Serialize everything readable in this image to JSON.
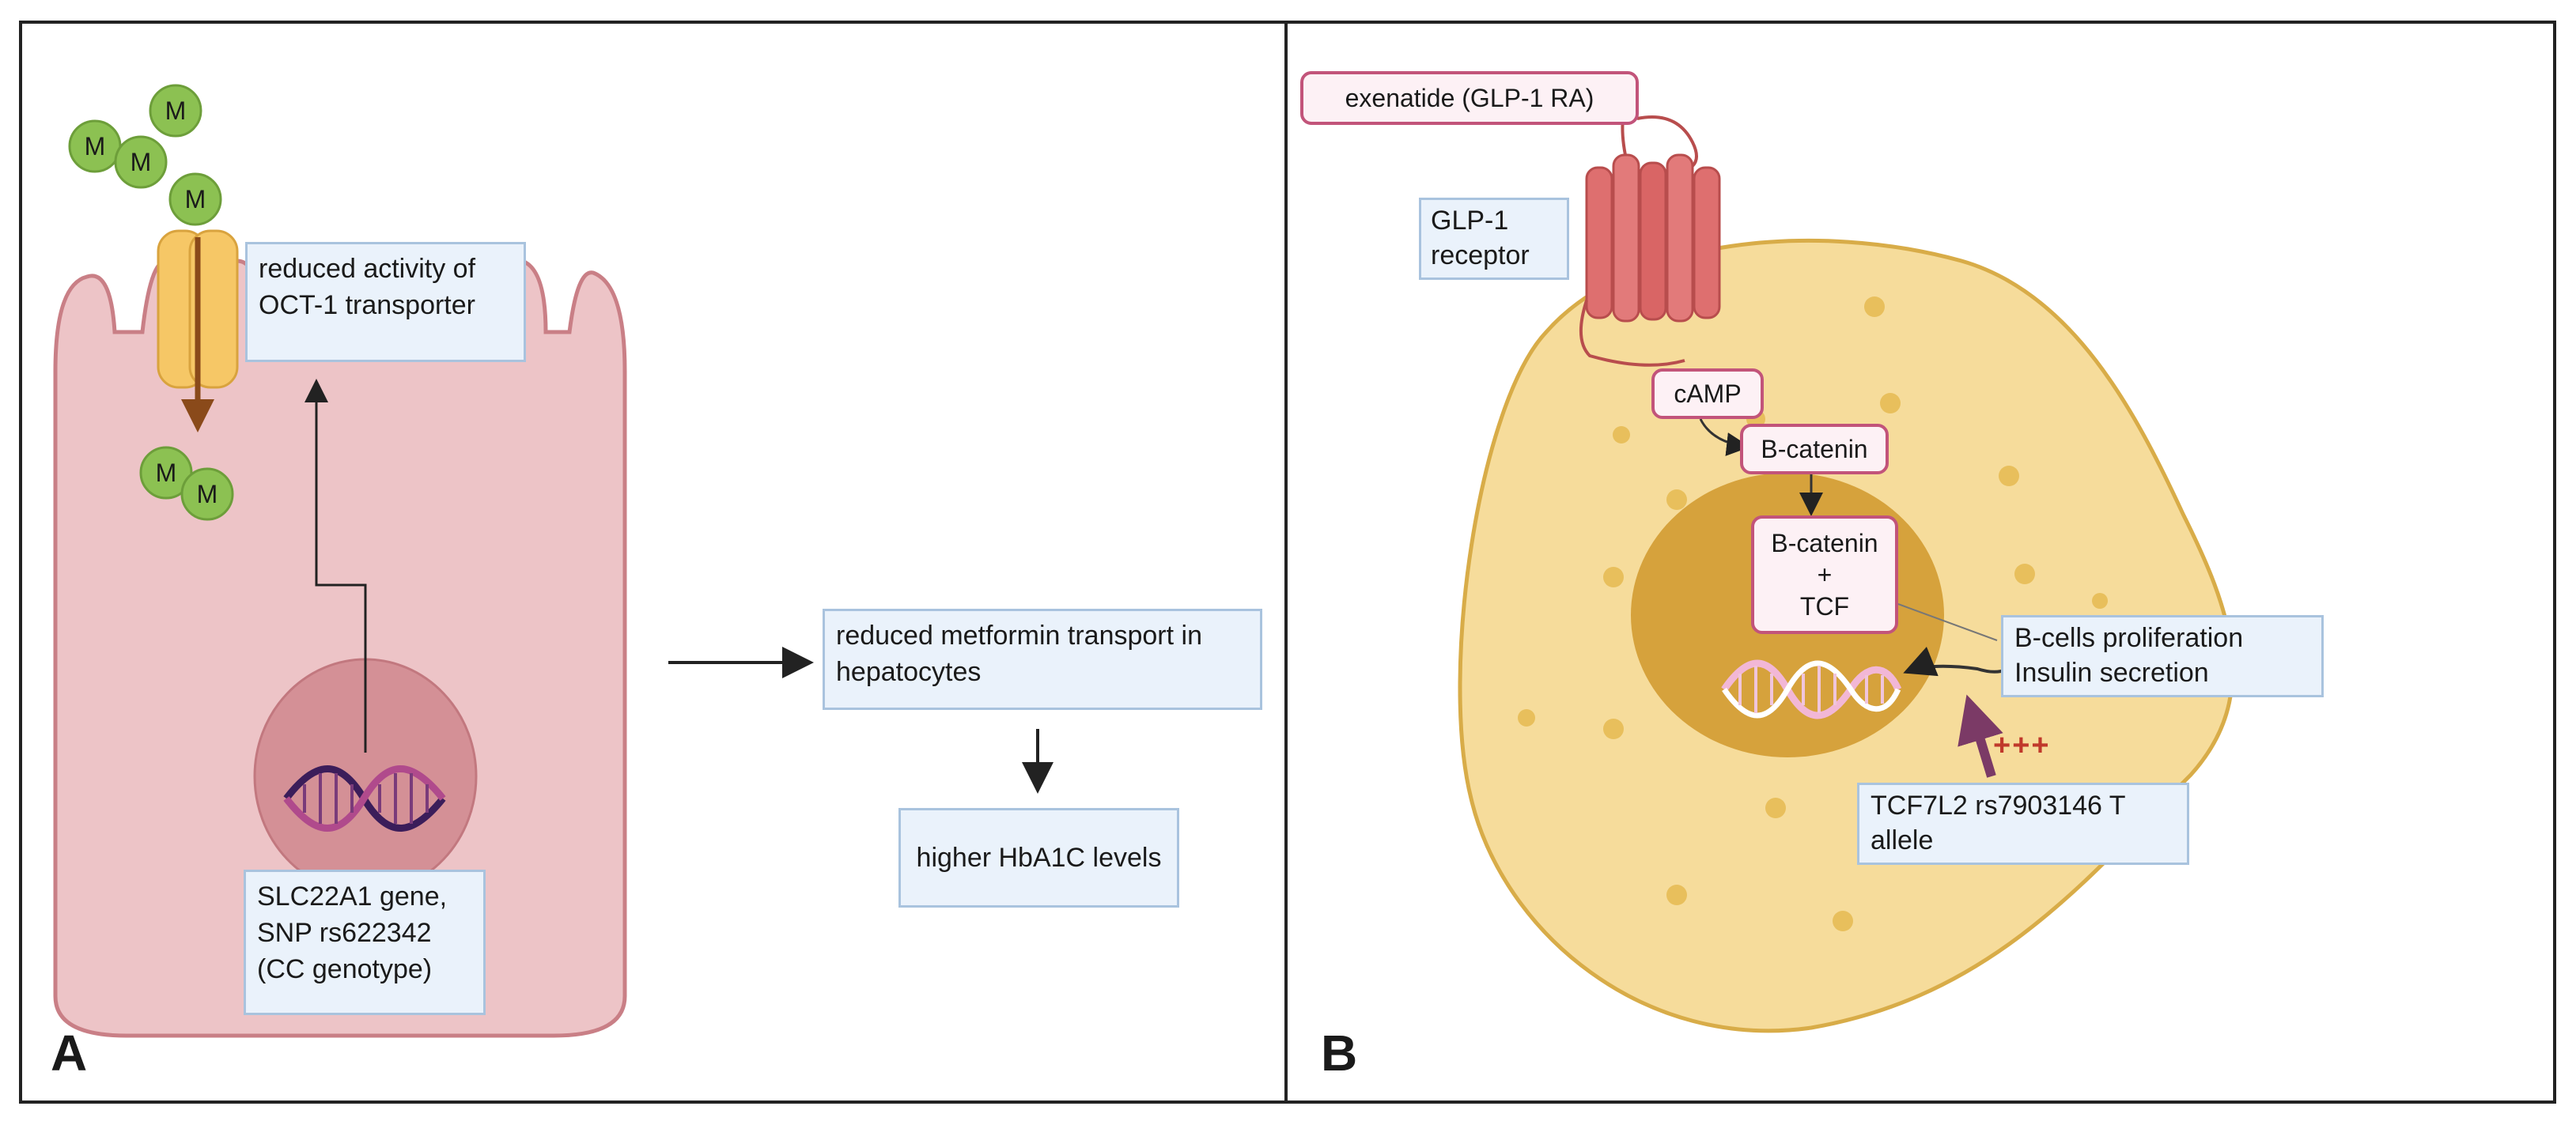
{
  "panel_a": {
    "letter": "A",
    "oct1_label": "reduced activity of\nOCT-1 transporter",
    "gene_label": "SLC22A1 gene,\nSNP rs622342\n(CC genotype)",
    "transport_label": "reduced metformin transport in\nhepatocytes",
    "hba1c_label": "higher HbA1C levels",
    "molecule_symbol": "M"
  },
  "panel_b": {
    "letter": "B",
    "drug_label": "exenatide (GLP-1 RA)",
    "receptor_label": "GLP-1\nreceptor",
    "camp_label": "cAMP",
    "bcatenin_label": "B-catenin",
    "complex_label": "B-catenin\n+\nTCF",
    "effect_label": "B-cells proliferation\nInsulin secretion",
    "allele_label": "TCF7L2 rs7903146 T\nallele",
    "enhance_symbol": "+++"
  }
}
